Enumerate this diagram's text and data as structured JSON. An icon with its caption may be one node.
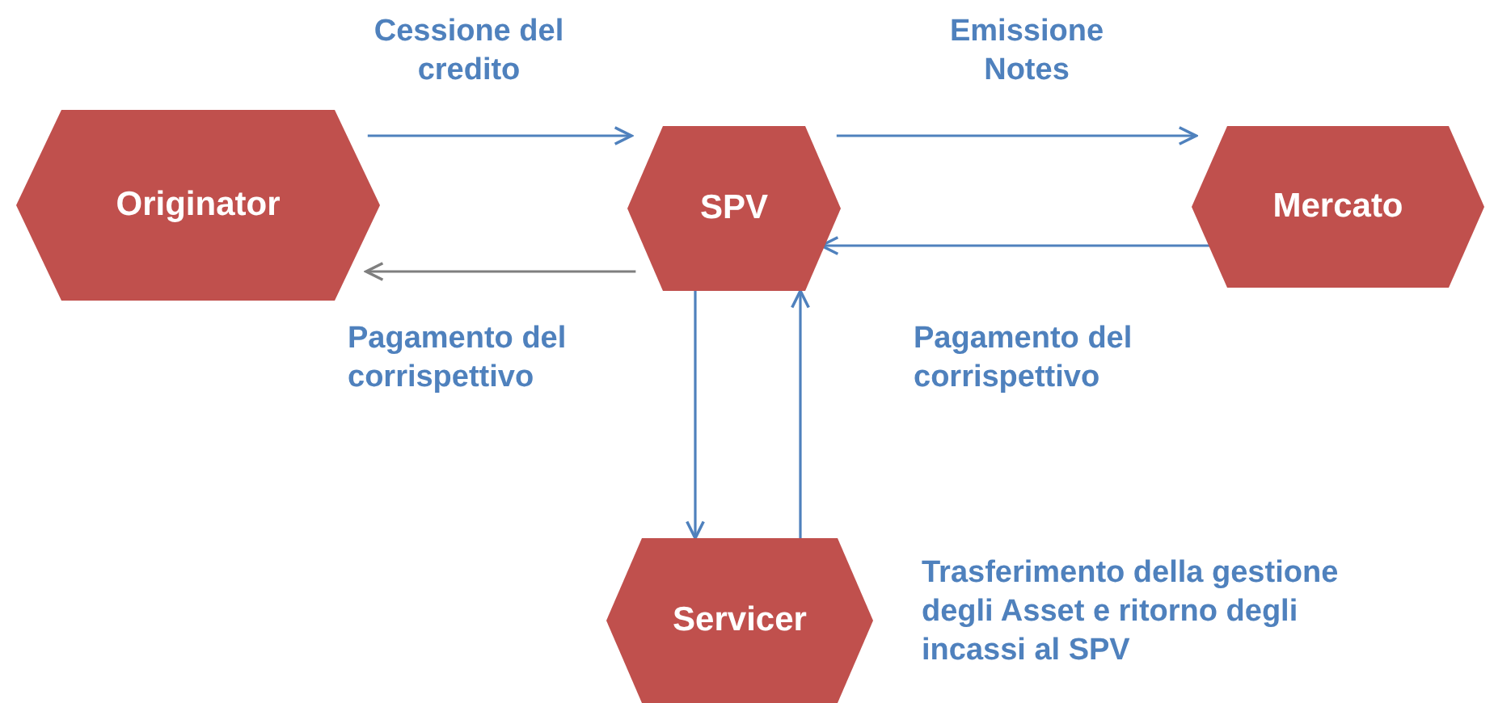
{
  "diagram": {
    "nodes": [
      {
        "text": [
          "Originator"
        ]
      },
      {
        "text": [
          "SPV"
        ]
      },
      {
        "text": [
          "Mercato"
        ]
      },
      {
        "text": [
          "Servicer"
        ],
        "beside": [
          "Trasferimento della gestione degli Asset e ritorno degli incassi al SPV"
        ]
      }
    ],
    "edges": [
      {
        "from": 0,
        "to": 1,
        "arrow": "to",
        "label": "Cessione del credito"
      },
      {
        "from": 1,
        "to": 0,
        "arrow": "to",
        "label": "Pagamento del corrispettivo",
        "color": "#7f7f7f"
      },
      {
        "from": 1,
        "to": 2,
        "arrow": "to",
        "label": "Emissione Notes"
      },
      {
        "from": 2,
        "to": 1,
        "arrow": "to",
        "label": "Pagamento del corrispettivo"
      },
      {
        "from": 1,
        "to": 3,
        "arrow": "to"
      },
      {
        "from": 3,
        "to": 1,
        "arrow": "to"
      }
    ]
  }
}
